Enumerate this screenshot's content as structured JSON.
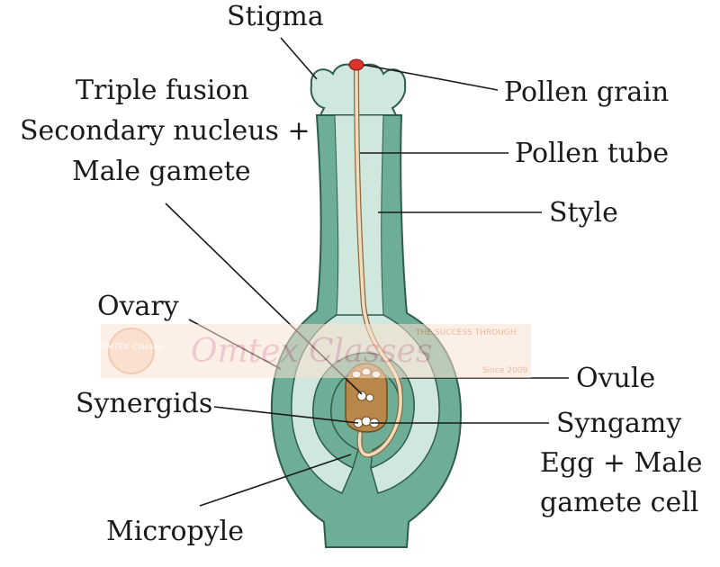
{
  "labels": {
    "stigma": "Stigma",
    "triple_fusion": "Triple fusion",
    "secondary_nucleus": "Secondary nucleus +",
    "male_gamete": "Male gamete",
    "pollen_grain": "Pollen grain",
    "pollen_tube": "Pollen tube",
    "style": "Style",
    "ovary": "Ovary",
    "ovule": "Ovule",
    "synergids": "Synergids",
    "syngamy": "Syngamy",
    "egg_male": "Egg + Male",
    "gamete_cell": "gamete cell",
    "micropyle": "Micropyle"
  },
  "watermark": {
    "brand": "Omtex Classes",
    "logo_text": "OMTEX Classes",
    "tagline": "THE SUCCESS THROUGH",
    "since": "Since 2009"
  },
  "colors": {
    "pistil_outer": "#6fae96",
    "pistil_inner": "#cfe7dc",
    "pistil_outline": "#2f5d4c",
    "pollen_tube": "#e9c9a0",
    "pollen_grain": "#d9352b",
    "embryo_sac": "#b9874a"
  }
}
